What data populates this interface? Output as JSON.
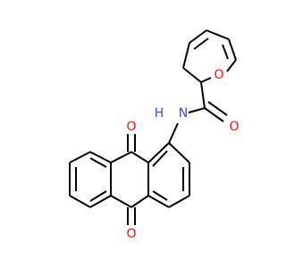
{
  "colors": {
    "oxygen": "#ff0d0d",
    "nitrogen": "#3050f8",
    "carbon_bond": "#000000",
    "background": "#ffffff"
  },
  "atoms": {
    "furan_o": "O",
    "amide_o": "O",
    "amide_n": "N",
    "amide_h": "H",
    "quinone_o_top": "O",
    "quinone_o_bottom": "O"
  }
}
